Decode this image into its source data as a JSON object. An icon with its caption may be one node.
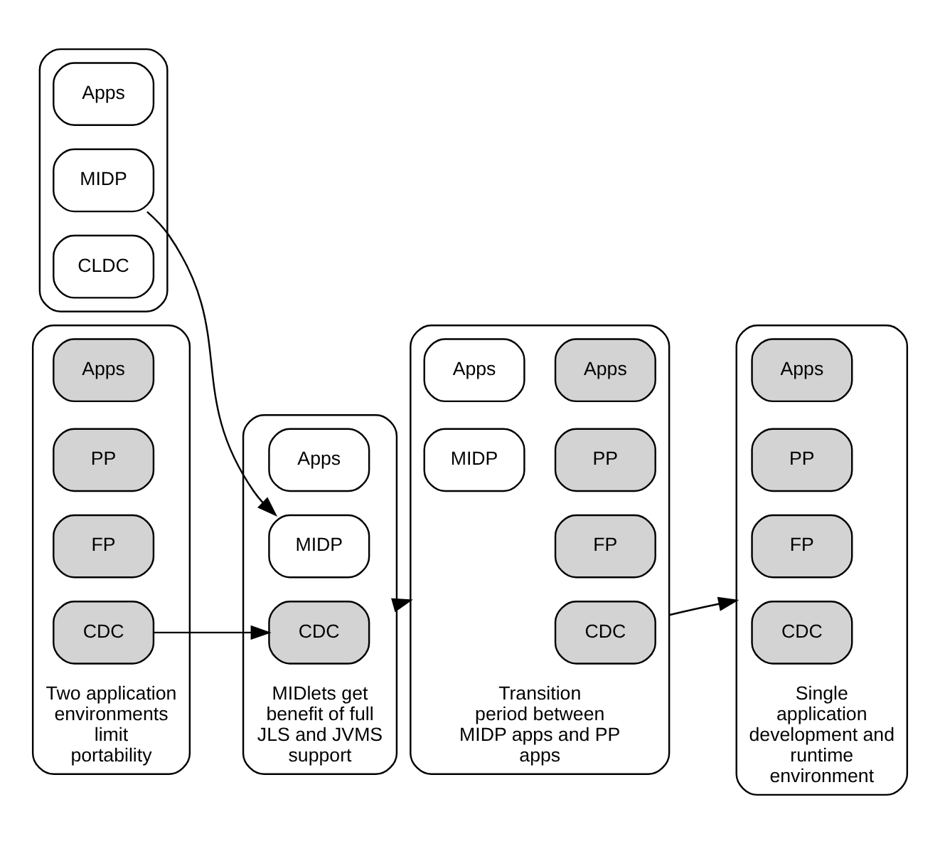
{
  "diagram": {
    "nodes": [
      {
        "text": [],
        "shape": "box"
      },
      {
        "text": [
          "Apps"
        ],
        "in": 0
      },
      {
        "text": [
          "MIDP"
        ],
        "in": 0
      },
      {
        "text": [
          "CLDC"
        ],
        "in": 0
      },
      {
        "text": [],
        "shape": "box",
        "beside": [
          "Two application environments limit portability"
        ]
      },
      {
        "text": [
          "Apps"
        ],
        "in": 4
      },
      {
        "text": [
          "PP"
        ],
        "in": 4
      },
      {
        "text": [
          "FP"
        ],
        "in": 4
      },
      {
        "text": [
          "CDC"
        ],
        "in": 4
      },
      {
        "text": [],
        "shape": "box",
        "beside": [
          "MIDlets get benefit of full JLS and JVMS support"
        ]
      },
      {
        "text": [
          "Apps"
        ],
        "in": 9
      },
      {
        "text": [
          "MIDP"
        ],
        "in": 9
      },
      {
        "text": [
          "CDC"
        ],
        "in": 9
      },
      {
        "text": [],
        "shape": "box",
        "beside": [
          "Transition period between MIDP apps and PP apps"
        ]
      },
      {
        "text": [
          "Apps"
        ],
        "in": 13
      },
      {
        "text": [
          "Apps"
        ],
        "in": 13
      },
      {
        "text": [
          "MIDP"
        ],
        "in": 13
      },
      {
        "text": [
          "PP"
        ],
        "in": 13
      },
      {
        "text": [
          "FP"
        ],
        "in": 13
      },
      {
        "text": [
          "CDC"
        ],
        "in": 13
      },
      {
        "text": [],
        "shape": "box",
        "beside": [
          "Single application development and runtime environment"
        ]
      },
      {
        "text": [
          "Apps"
        ],
        "in": 20
      },
      {
        "text": [
          "PP"
        ],
        "in": 20
      },
      {
        "text": [
          "FP"
        ],
        "in": 20
      },
      {
        "text": [
          "CDC"
        ],
        "in": 20
      }
    ],
    "edges": [
      {
        "from": 2,
        "to": 11,
        "arrow": "to"
      },
      {
        "from": 8,
        "to": 12,
        "arrow": "to"
      },
      {
        "from": 9,
        "to": 13,
        "arrow": "to"
      },
      {
        "from": 13,
        "to": 20,
        "arrow": "to"
      }
    ]
  }
}
